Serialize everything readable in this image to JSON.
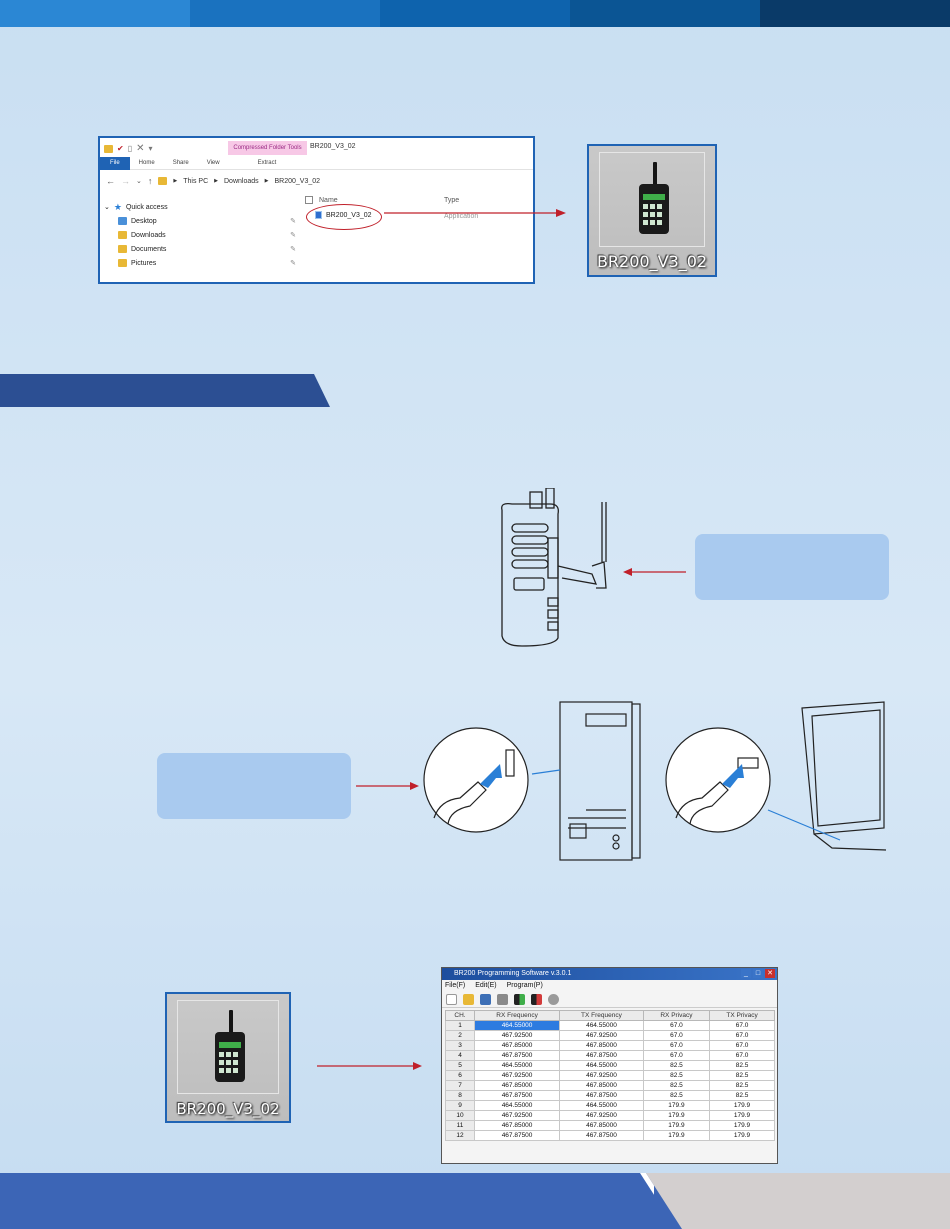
{
  "colors": {
    "topbar": [
      "#2b87d4",
      "#1a72bf",
      "#0e63ad",
      "#0b5594",
      "#0a3a68"
    ],
    "accent": "#1f63b4",
    "arrow": "#c0202a",
    "ribbon": "#2c4f93",
    "callout": "#a9caef",
    "footer": "#3c65b6"
  },
  "explorer": {
    "context_tab": "Compressed Folder Tools",
    "title": "BR200_V3_02",
    "tabs": [
      "File",
      "Home",
      "Share",
      "View",
      "Extract"
    ],
    "path": [
      "This PC",
      "Downloads",
      "BR200_V3_02"
    ],
    "sidebar": {
      "quick_access": "Quick access",
      "items": [
        "Desktop",
        "Downloads",
        "Documents",
        "Pictures"
      ]
    },
    "columns": {
      "name": "Name",
      "type": "Type"
    },
    "file": {
      "name": "BR200_V3_02",
      "type": "Application"
    }
  },
  "icon_tile": {
    "label": "BR200_V3_02",
    "icon": "walkie-talkie-icon"
  },
  "software": {
    "title": "BR200 Programming Software v.3.0.1",
    "menu": [
      "File(F)",
      "Edit(E)",
      "Program(P)"
    ],
    "toolbar": [
      "new-file-icon",
      "open-folder-icon",
      "save-icon",
      "print-icon",
      "read-radio-icon",
      "write-radio-icon",
      "settings-gear-icon"
    ],
    "headers": [
      "CH.",
      "RX Frequency",
      "TX Frequency",
      "RX Privacy",
      "TX Privacy"
    ],
    "rows": [
      [
        "1",
        "464.55000",
        "464.55000",
        "67.0",
        "67.0"
      ],
      [
        "2",
        "467.92500",
        "467.92500",
        "67.0",
        "67.0"
      ],
      [
        "3",
        "467.85000",
        "467.85000",
        "67.0",
        "67.0"
      ],
      [
        "4",
        "467.87500",
        "467.87500",
        "67.0",
        "67.0"
      ],
      [
        "5",
        "464.55000",
        "464.55000",
        "82.5",
        "82.5"
      ],
      [
        "6",
        "467.92500",
        "467.92500",
        "82.5",
        "82.5"
      ],
      [
        "7",
        "467.85000",
        "467.85000",
        "82.5",
        "82.5"
      ],
      [
        "8",
        "467.87500",
        "467.87500",
        "82.5",
        "82.5"
      ],
      [
        "9",
        "464.55000",
        "464.55000",
        "179.9",
        "179.9"
      ],
      [
        "10",
        "467.92500",
        "467.92500",
        "179.9",
        "179.9"
      ],
      [
        "11",
        "467.85000",
        "467.85000",
        "179.9",
        "179.9"
      ],
      [
        "12",
        "467.87500",
        "467.87500",
        "179.9",
        "179.9"
      ]
    ]
  }
}
